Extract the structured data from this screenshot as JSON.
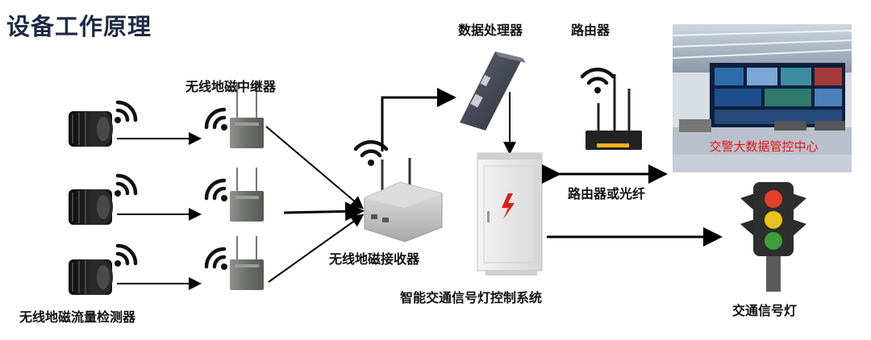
{
  "title": "设备工作原理",
  "labels": {
    "relay": "无线地磁中继器",
    "receiver": "无线地磁接收器",
    "detector": "无线地磁流量检测器",
    "processor": "数据处理器",
    "router": "路由器",
    "router_or_fiber": "路由器或光纤",
    "signal_control": "智能交通信号灯控制系统",
    "traffic_light": "交通信号灯",
    "control_center": "交警大数据管控中心"
  },
  "colors": {
    "arrow": "#000000",
    "sensor_body": "#1e1e1e",
    "device_metal": "#c9c9c9",
    "processor_body": "#4a4e5a",
    "router_body": "#222222",
    "router_accent": "#f2b31b",
    "cabinet": "#ececec",
    "lightning": "#d8221b",
    "light_red": "#e53f2a",
    "light_yellow": "#e7c41c",
    "light_green": "#3f9e3a",
    "center_text": "#e8160f"
  },
  "icons": [
    "wifi-icon",
    "lightning-icon"
  ]
}
